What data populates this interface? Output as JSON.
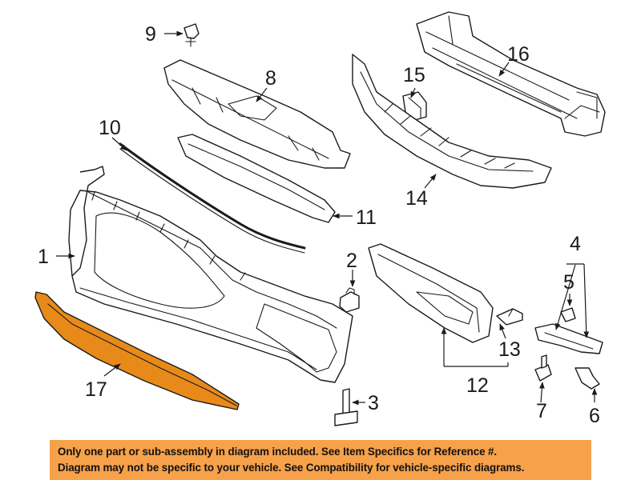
{
  "callouts": {
    "c1": "1",
    "c2": "2",
    "c3": "3",
    "c4": "4",
    "c5": "5",
    "c6": "6",
    "c7": "7",
    "c8": "8",
    "c9": "9",
    "c10": "10",
    "c11": "11",
    "c12": "12",
    "c13": "13",
    "c14": "14",
    "c15": "15",
    "c16": "16",
    "c17": "17"
  },
  "highlight_color": "#e88a1a",
  "banner": {
    "background": "#f7a14a",
    "line1": "Only one part or sub-assembly in diagram included. See Item Specifics for Reference #.",
    "line2": "Diagram may not be specific to your vehicle. See Compatibility for vehicle-specific diagrams."
  }
}
